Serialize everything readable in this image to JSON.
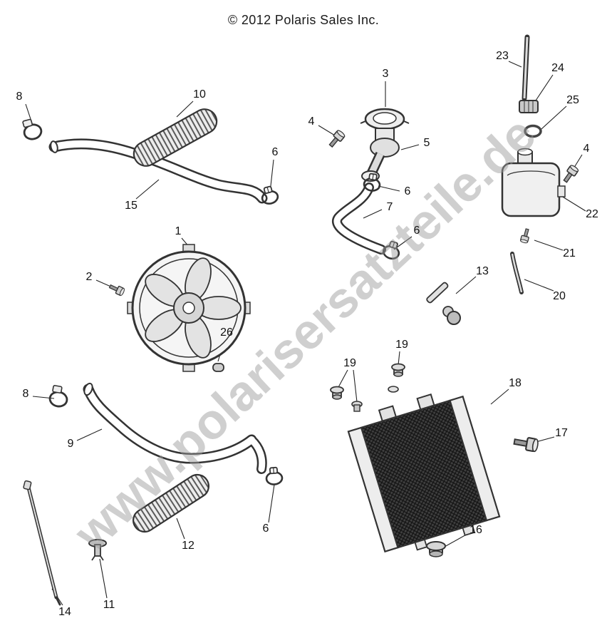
{
  "page": {
    "copyright": "© 2012 Polaris Sales Inc."
  },
  "watermark": {
    "text": "www.polarisersatzteile.de"
  },
  "colors": {
    "line": "#333333",
    "watermark": "#9c9c9c",
    "radiator_core": "#3f3f3f"
  },
  "callouts": [
    {
      "label": "8"
    },
    {
      "label": "10"
    },
    {
      "label": "15"
    },
    {
      "label": "6"
    },
    {
      "label": "1"
    },
    {
      "label": "2"
    },
    {
      "label": "26"
    },
    {
      "label": "3"
    },
    {
      "label": "4"
    },
    {
      "label": "5"
    },
    {
      "label": "6"
    },
    {
      "label": "7"
    },
    {
      "label": "6"
    },
    {
      "label": "23"
    },
    {
      "label": "24"
    },
    {
      "label": "25"
    },
    {
      "label": "4"
    },
    {
      "label": "22"
    },
    {
      "label": "21"
    },
    {
      "label": "20"
    },
    {
      "label": "13"
    },
    {
      "label": "19"
    },
    {
      "label": "19"
    },
    {
      "label": "18"
    },
    {
      "label": "17"
    },
    {
      "label": "8"
    },
    {
      "label": "9"
    },
    {
      "label": "6"
    },
    {
      "label": "12"
    },
    {
      "label": "14"
    },
    {
      "label": "11"
    },
    {
      "label": "16"
    }
  ]
}
